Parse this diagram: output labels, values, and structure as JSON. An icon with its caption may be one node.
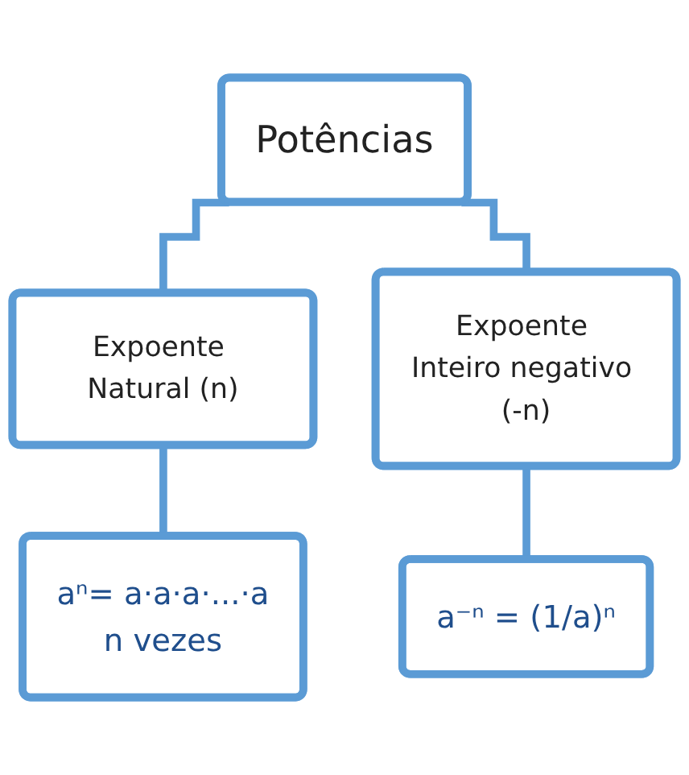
{
  "diagram": {
    "nodes": [
      {
        "text": [
          "Potências"
        ]
      },
      {
        "text": [
          "Expoente Natural (n)"
        ]
      },
      {
        "text": [
          "Expoente Inteiro negativo (-n)"
        ]
      },
      {
        "text": [
          "aⁿ= a·a·a·...·a",
          "n vezes"
        ]
      },
      {
        "text": [
          "a⁻ⁿ = (1/a)ⁿ"
        ]
      }
    ],
    "edges": [
      {
        "from": 0,
        "to": 1,
        "arrow": "none"
      },
      {
        "from": 0,
        "to": 2,
        "arrow": "none"
      },
      {
        "from": 1,
        "to": 3,
        "arrow": "none"
      },
      {
        "from": 2,
        "to": 4,
        "arrow": "none"
      }
    ]
  }
}
